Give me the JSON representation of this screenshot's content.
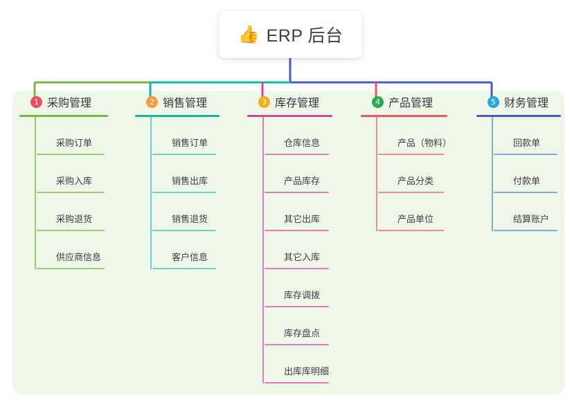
{
  "root": {
    "icon": "thumbs-up-icon",
    "emoji": "👍",
    "title": "ERP 后台"
  },
  "panel": {
    "background_color": "#eef8e8"
  },
  "columns": [
    {
      "number": "1",
      "title": "采购管理",
      "badge_color": "#ef4c5e",
      "line_color": "#7cb342",
      "leaf_color": "#9ccc74",
      "items": [
        {
          "label": "采购订单"
        },
        {
          "label": "采购入库"
        },
        {
          "label": "采购退货"
        },
        {
          "label": "供应商信息"
        }
      ]
    },
    {
      "number": "2",
      "title": "销售管理",
      "badge_color": "#f89b3c",
      "line_color": "#0fb9a0",
      "leaf_color": "#72cec2",
      "items": [
        {
          "label": "销售订单"
        },
        {
          "label": "销售出库"
        },
        {
          "label": "销售退货"
        },
        {
          "label": "客户信息"
        }
      ]
    },
    {
      "number": "3",
      "title": "库存管理",
      "badge_color": "#f2b01e",
      "line_color": "#d6449b",
      "leaf_color": "#e37bb4",
      "items": [
        {
          "label": "仓库信息"
        },
        {
          "label": "产品库存"
        },
        {
          "label": "其它出库"
        },
        {
          "label": "其它入库"
        },
        {
          "label": "库存调拨"
        },
        {
          "label": "库存盘点"
        },
        {
          "label": "出库库明细"
        }
      ]
    },
    {
      "number": "4",
      "title": "产品管理",
      "badge_color": "#2aab52",
      "line_color": "#f2555c",
      "leaf_color": "#f58a8c",
      "items": [
        {
          "label": "产品（物料）"
        },
        {
          "label": "产品分类"
        },
        {
          "label": "产品单位"
        }
      ]
    },
    {
      "number": "5",
      "title": "财务管理",
      "badge_color": "#29a8e0",
      "line_color": "#4a5bc0",
      "leaf_color": "#8ba6d8",
      "items": [
        {
          "label": "回款单"
        },
        {
          "label": "付款单"
        },
        {
          "label": "结算账户"
        }
      ]
    }
  ]
}
